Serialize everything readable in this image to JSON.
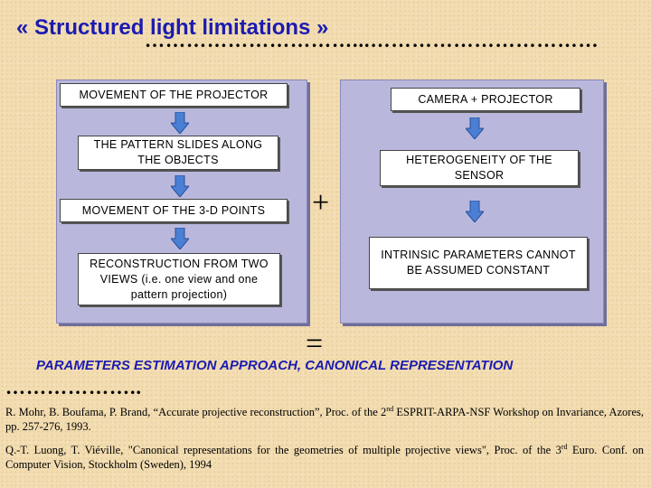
{
  "title": "« Structured light limitations »",
  "dots_top": "…………………………...……………………………",
  "dots_bottom": "………………..",
  "left_panel": {
    "boxes": [
      "MOVEMENT OF THE PROJECTOR",
      "THE PATTERN SLIDES ALONG THE OBJECTS",
      "MOVEMENT OF THE 3-D POINTS",
      "RECONSTRUCTION FROM TWO VIEWS (i.e. one view and one pattern projection)"
    ]
  },
  "right_panel": {
    "boxes": [
      "CAMERA + PROJECTOR",
      "HETEROGENEITY OF THE SENSOR",
      "INTRINSIC PARAMETERS CANNOT BE ASSUMED CONSTANT"
    ]
  },
  "plus_sign": "+",
  "equals_sign": "=",
  "result": "PARAMETERS ESTIMATION APPROACH, CANONICAL REPRESENTATION",
  "references": [
    {
      "before": "R. Mohr, B. Boufama, P. Brand, “Accurate projective reconstruction”, Proc. of the 2",
      "sup": "nd",
      "after": " ESPRIT-ARPA-NSF Workshop on Invariance, Azores, pp. 257-276, 1993."
    },
    {
      "before": "Q.-T. Luong, T. Viéville, \"Canonical representations for the geometries of multiple projective views\", Proc. of the 3",
      "sup": "rd",
      "after": " Euro. Conf. on Computer Vision, Stockholm (Sweden), 1994"
    }
  ],
  "colors": {
    "title": "#1b1bb0",
    "panel": "#b9b8dc",
    "arrow": "#4a7fd4",
    "background": "#f2dcb0"
  }
}
